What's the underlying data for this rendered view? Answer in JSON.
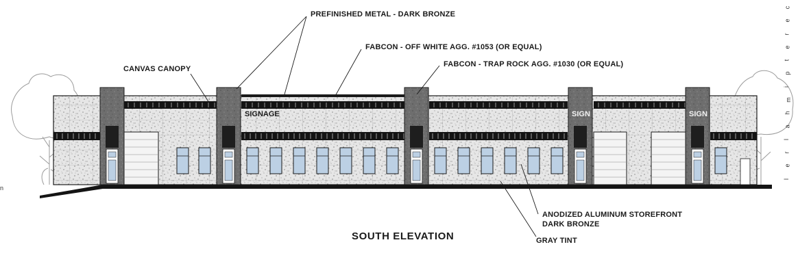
{
  "drawing": {
    "title": "SOUTH ELEVATION",
    "callouts": {
      "prefinished_metal": "PREFINISHED METAL - DARK BRONZE",
      "fabcon_off_white": "FABCON - OFF WHITE AGG. #1053 (OR EQUAL)",
      "fabcon_trap_rock": "FABCON - TRAP ROCK AGG. #1030 (OR EQUAL)",
      "canvas_canopy": "CANVAS CANOPY",
      "storefront_line1": "ANODIZED ALUMINUM STOREFRONT",
      "storefront_line2": "DARK BRONZE",
      "gray_tint": "GRAY TINT"
    },
    "signs": {
      "signage": "SIGNAGE",
      "sign_1": "SIGN",
      "sign_2": "SIGN"
    },
    "margin_left": "n",
    "margin_right_letters": [
      "c",
      "e",
      "r",
      "e",
      "t",
      "p",
      "i",
      "m",
      "h",
      "a",
      "l",
      "r",
      "e",
      "l"
    ],
    "colors": {
      "ink": "#1a1a1a",
      "precast_light": "#e6e6e6",
      "precast_dark": "#6e6e6e",
      "glass": "#bcd0e4",
      "door": "#f4f4f4",
      "band": "#141414",
      "tree": "#9a9a9a"
    }
  }
}
